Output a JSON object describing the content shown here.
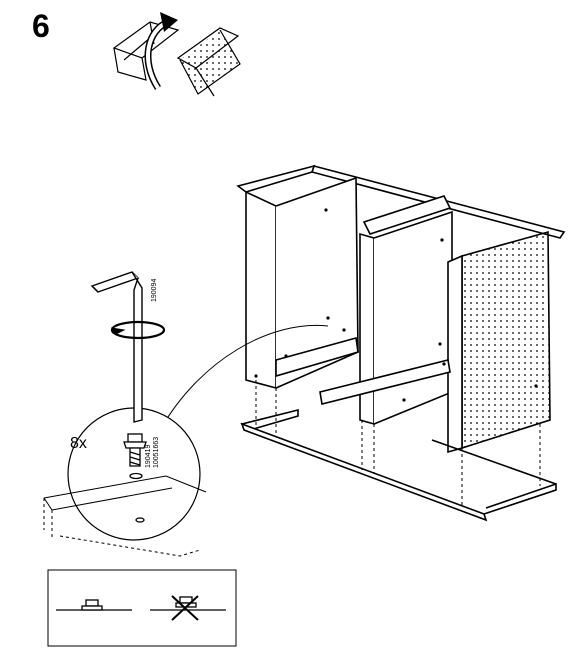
{
  "step": {
    "number": "6"
  },
  "illustration": {
    "quantity": "8x",
    "allen_key_code": "190094",
    "screw_codes": [
      "190419",
      "10051663"
    ]
  },
  "colors": {
    "line": "#000000",
    "background": "#ffffff",
    "panel_shade": "#d9d9d9"
  }
}
